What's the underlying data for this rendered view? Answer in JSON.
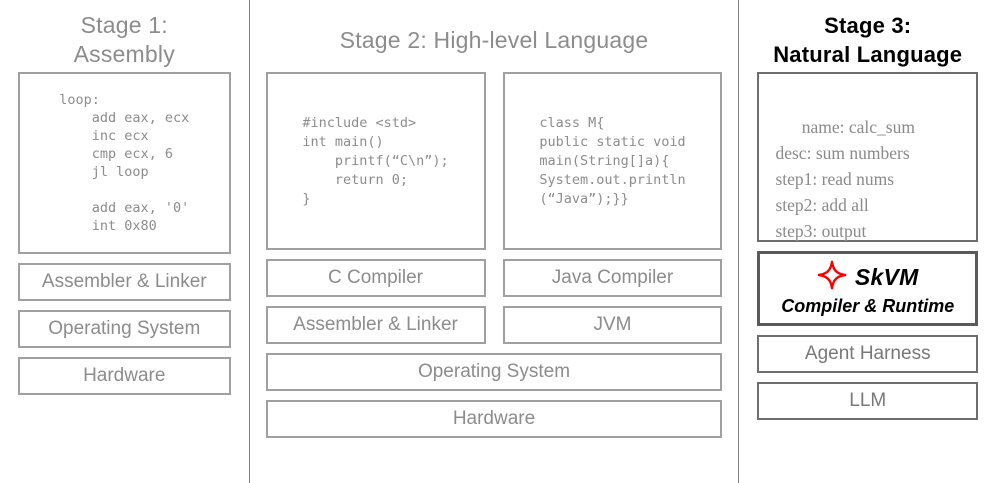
{
  "figure": {
    "accent_color": "#ff0000",
    "line_color": "#a0a0a0",
    "text_color": "#8c8c8c"
  },
  "columns": [
    {
      "id": "stage-1",
      "title_line1": "Stage 1:",
      "title_line2": "Assembly",
      "code": "loop:\n    add eax, ecx\n    inc ecx\n    cmp ecx, 6\n    jl loop\n\n    add eax, '0'\n    int 0x80",
      "layers": [
        "Assembler & Linker",
        "Operating System",
        "Hardware"
      ]
    },
    {
      "id": "stage-2",
      "title_line1": "Stage 2: High-level Language",
      "title_line2": "",
      "code_left": "#include <std>\nint main()\n    printf(“C\\n”);\n    return 0;\n}",
      "code_right": "class M{\npublic static void\nmain(String[]a){\nSystem.out.println\n(“Java”);}}",
      "compilers": [
        "C Compiler",
        "Java Compiler"
      ],
      "runtimes": [
        "Assembler & Linker",
        "JVM"
      ],
      "layers": [
        "Operating System",
        "Hardware"
      ]
    },
    {
      "id": "stage-3",
      "title_line1": "Stage 3:",
      "title_line2": "Natural Language",
      "spec": "name: calc_sum\ndesc: sum numbers\nstep1: read nums\nstep2: add all\nstep3: output",
      "highlight": {
        "icon": "sparkle-star-icon",
        "name": "SkVM",
        "subtitle": "Compiler & Runtime"
      },
      "layers": [
        "Agent Harness",
        "LLM"
      ]
    }
  ]
}
